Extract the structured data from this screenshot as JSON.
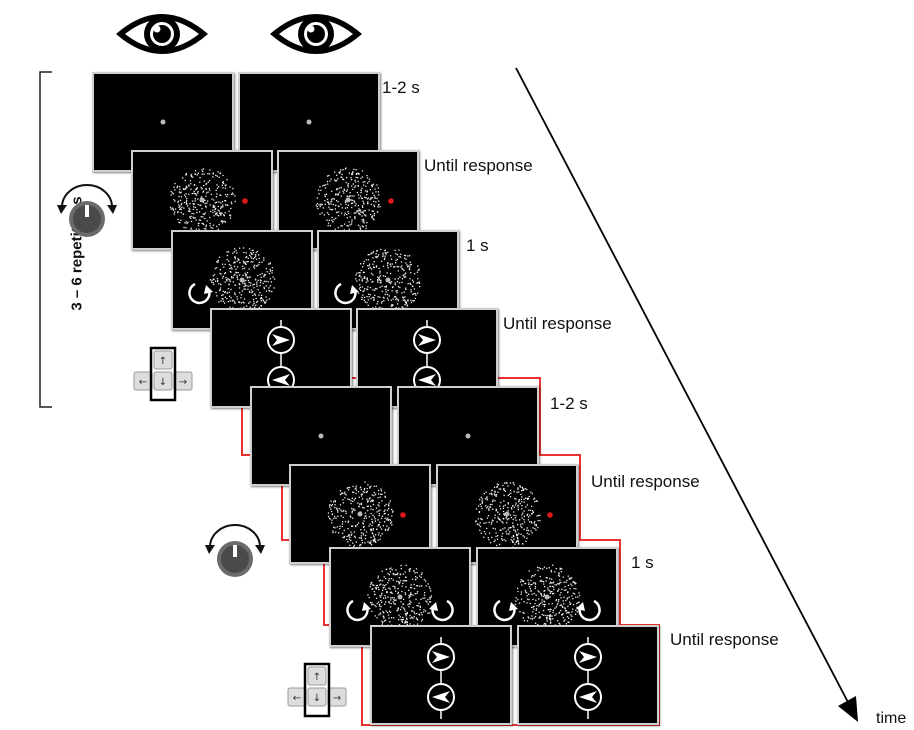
{
  "side_label": "3 – 6 repetitions",
  "time_label": "time",
  "step_labels": {
    "top_fixation": "1-2 s",
    "top_response1": "Until response",
    "top_rotation": "1 s",
    "top_response2": "Until response",
    "bottom_fixation": "1-2 s",
    "bottom_response1": "Until response",
    "bottom_rotation": "1 s",
    "bottom_response2": "Until response"
  },
  "colors": {
    "highlight": "#e8322f",
    "dot_red": "#e01818",
    "screen": "#000000"
  },
  "icons": [
    "eye-icon",
    "rotation-knob-icon",
    "arrow-keys-icon",
    "time-arrow"
  ]
}
